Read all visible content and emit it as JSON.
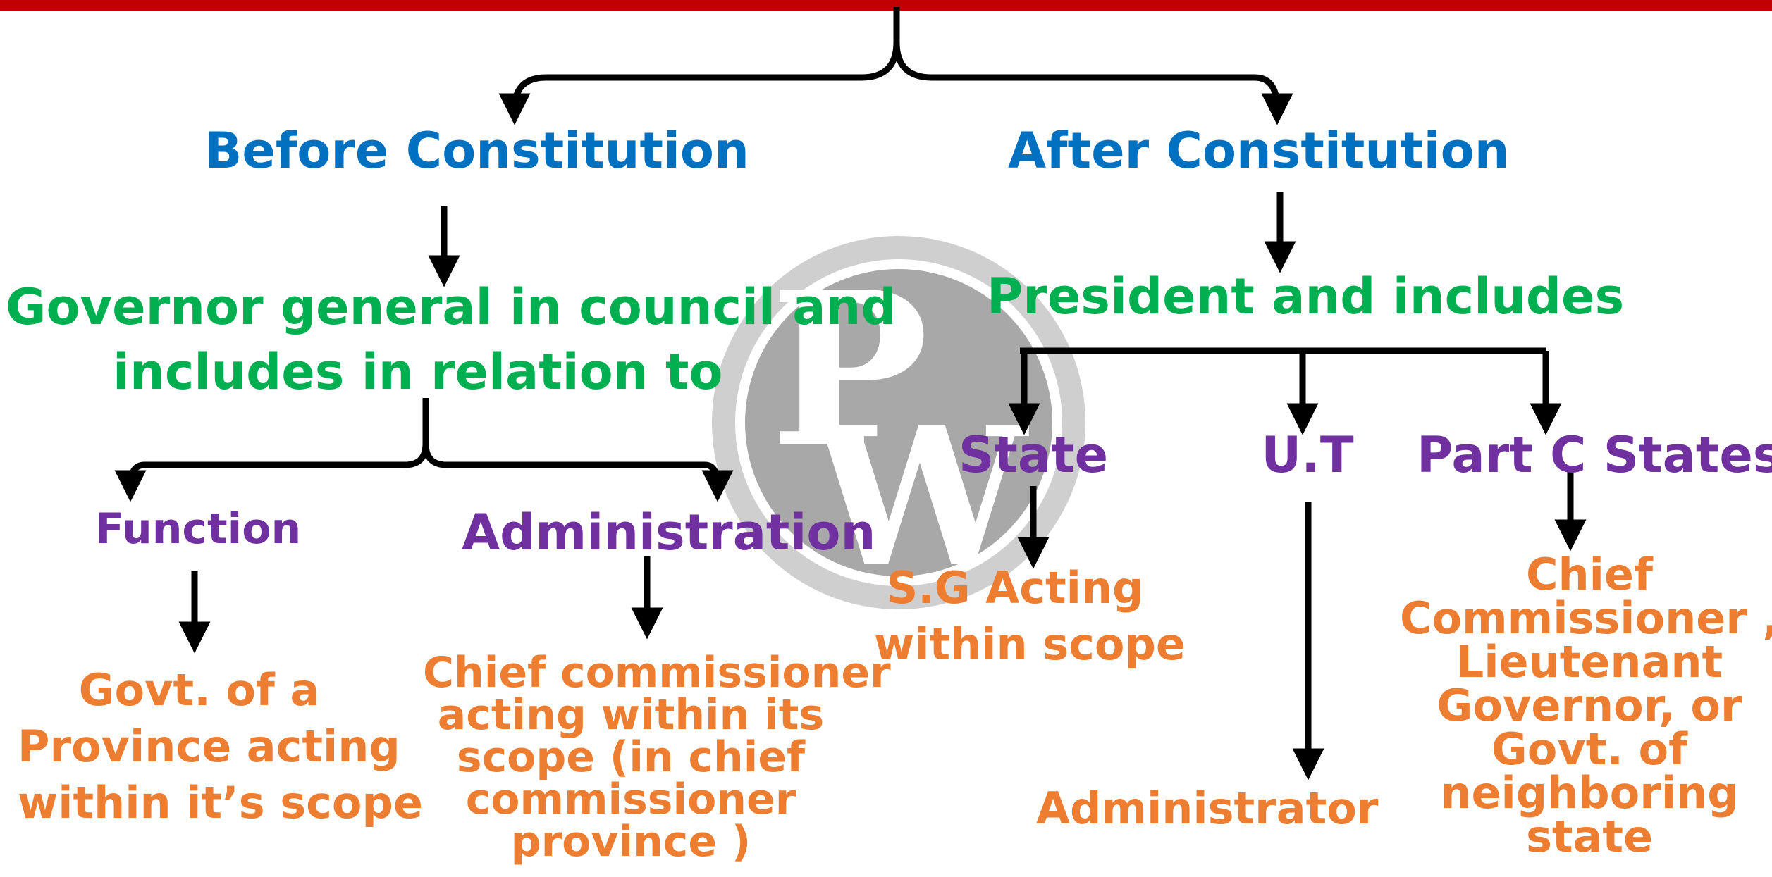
{
  "root": {
    "title": "Before Constitution",
    "title_right": "After Constitution"
  },
  "left": {
    "heading": "Before Constitution",
    "authority_line1": "Governor general in council and",
    "authority_line2": "includes in relation to",
    "function": {
      "label": "Function",
      "detail": [
        "Govt. of a",
        "Province acting",
        "within it’s scope"
      ]
    },
    "administration": {
      "label": "Administration",
      "detail": [
        "Chief commissioner",
        "acting within its",
        "scope (in chief",
        "commissioner",
        "province )"
      ]
    }
  },
  "right": {
    "heading": "After Constitution",
    "authority": "President and includes",
    "state": {
      "label": "State",
      "detail": [
        "S.G Acting",
        "within scope"
      ]
    },
    "ut": {
      "label": "U.T",
      "detail": "Administrator"
    },
    "partc": {
      "label": "Part C States",
      "detail": [
        "Chief",
        "Commissioner ,",
        "Lieutenant",
        "Governor, or",
        "Govt. of",
        "neighboring",
        "state"
      ]
    }
  },
  "watermark": {
    "letters": "PW"
  },
  "colors": {
    "heading": "#0070c0",
    "authority": "#00b050",
    "category": "#7030a0",
    "detail": "#ed7d31",
    "banner": "#c00000"
  }
}
